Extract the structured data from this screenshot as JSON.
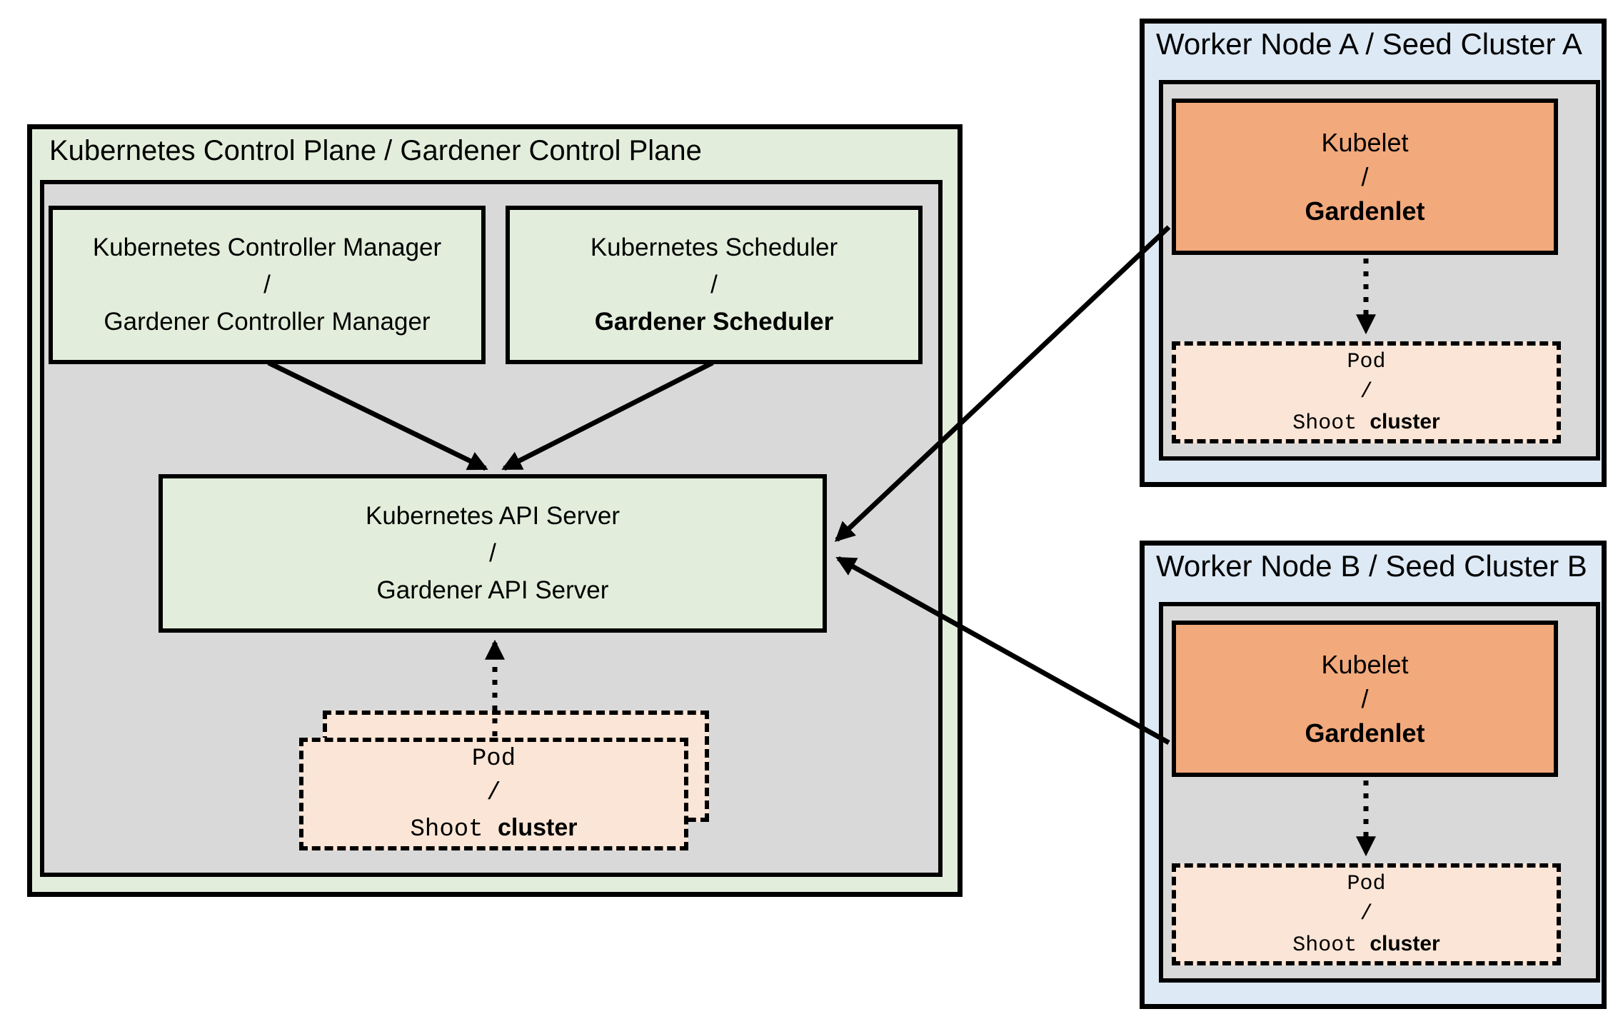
{
  "colors": {
    "light_green": "#e2eedb",
    "gray": "#d9d9d9",
    "light_blue": "#dde9f5",
    "orange": "#f2a97c",
    "peach": "#fbe5d6",
    "border": "#000000"
  },
  "control_plane": {
    "title": "Kubernetes Control Plane / Gardener Control Plane",
    "controller_manager": {
      "line1": "Kubernetes Controller Manager",
      "sep": "/",
      "line2": "Gardener Controller Manager"
    },
    "scheduler": {
      "line1": "Kubernetes Scheduler",
      "sep": "/",
      "line2": "Gardener Scheduler"
    },
    "api_server": {
      "line1": "Kubernetes API Server",
      "sep": "/",
      "line2": "Gardener API Server"
    },
    "pod_stack": {
      "line1": "Pod",
      "sep": "/",
      "line2_mono": "Shoot",
      "line2_bold": "cluster"
    }
  },
  "worker_node_a": {
    "title": "Worker Node A / Seed Cluster A",
    "kubelet": {
      "line1": "Kubelet",
      "sep": "/",
      "line2": "Gardenlet"
    },
    "pod": {
      "line1": "Pod",
      "sep": "/",
      "line2_mono": "Shoot",
      "line2_bold": "cluster"
    }
  },
  "worker_node_b": {
    "title": "Worker Node B / Seed Cluster B",
    "kubelet": {
      "line1": "Kubelet",
      "sep": "/",
      "line2": "Gardenlet"
    },
    "pod": {
      "line1": "Pod",
      "sep": "/",
      "line2_mono": "Shoot",
      "line2_bold": "cluster"
    }
  }
}
